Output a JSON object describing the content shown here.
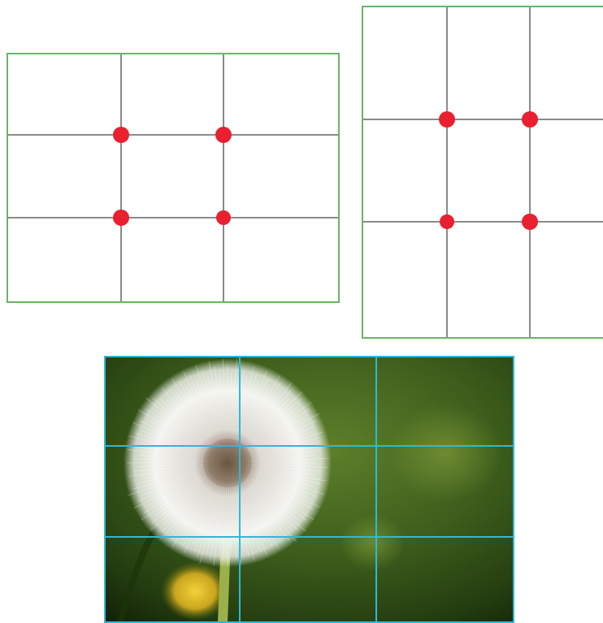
{
  "diagram": {
    "colors": {
      "frame_border": "#6ab46a",
      "grid_line": "#8a8a8a",
      "power_point": "#e8202f",
      "photo_guide": "#2fb8d8"
    },
    "landscape_grid": {
      "orientation": "landscape",
      "divisions": 3,
      "power_points": 4
    },
    "portrait_grid": {
      "orientation": "portrait",
      "divisions": 3,
      "power_points": 4
    },
    "photo_example": {
      "subject": "dandelion-seed-head",
      "guide_divisions": 3
    }
  }
}
